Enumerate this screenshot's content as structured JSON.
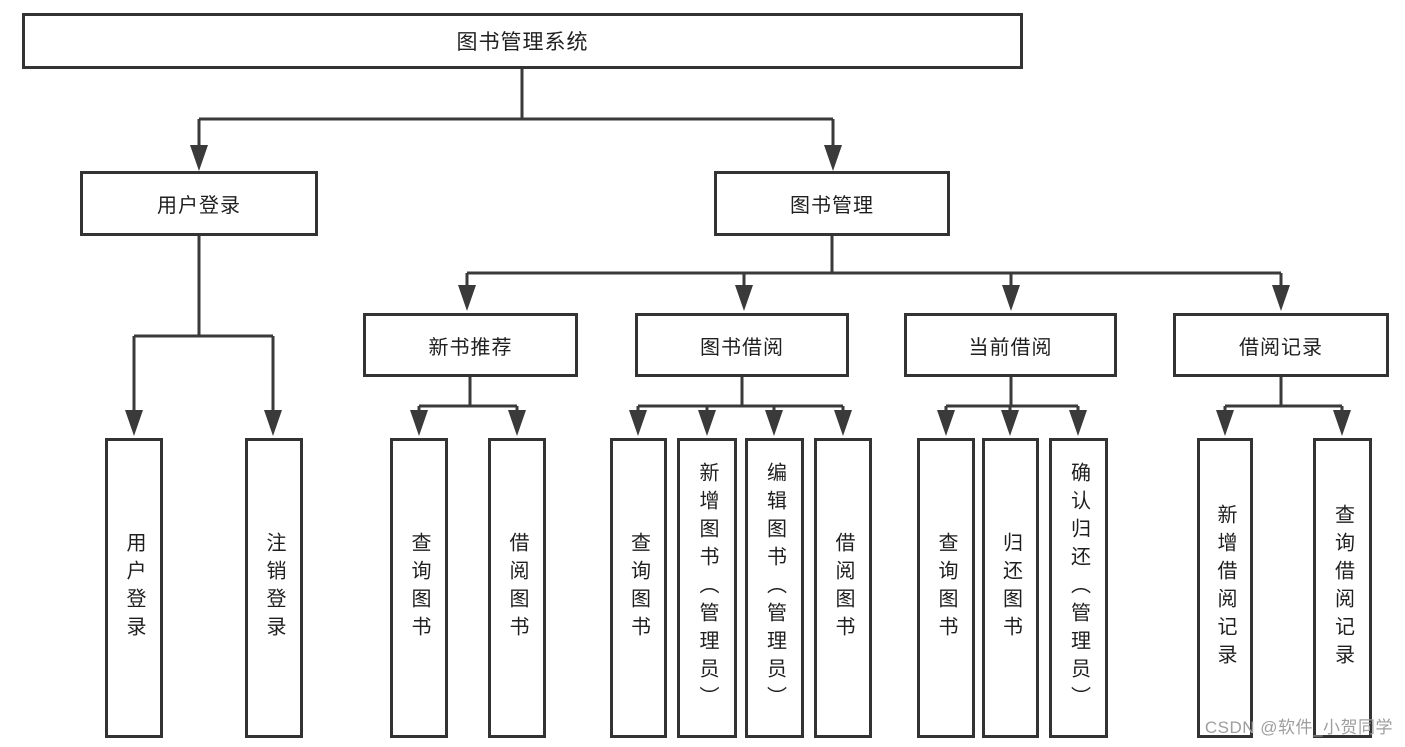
{
  "colors": {
    "line": "#3a3a3a",
    "border": "#333333",
    "text": "#1f1f1f",
    "background": "#ffffff",
    "watermark": "#9e9e9e"
  },
  "tree": {
    "root": "图书管理系统",
    "branches": [
      {
        "label": "用户登录",
        "leaves": [
          "用户登录",
          "注销登录"
        ]
      },
      {
        "label": "图书管理",
        "groups": [
          {
            "label": "新书推荐",
            "leaves": [
              "查询图书",
              "借阅图书"
            ]
          },
          {
            "label": "图书借阅",
            "leaves": [
              "查询图书",
              "新增图书（管理员）",
              "编辑图书（管理员）",
              "借阅图书"
            ]
          },
          {
            "label": "当前借阅",
            "leaves": [
              "查询图书",
              "归还图书",
              "确认归还（管理员）"
            ]
          },
          {
            "label": "借阅记录",
            "leaves": [
              "新增借阅记录",
              "查询借阅记录"
            ]
          }
        ]
      }
    ]
  },
  "watermark": "CSDN @软件_小贺同学"
}
